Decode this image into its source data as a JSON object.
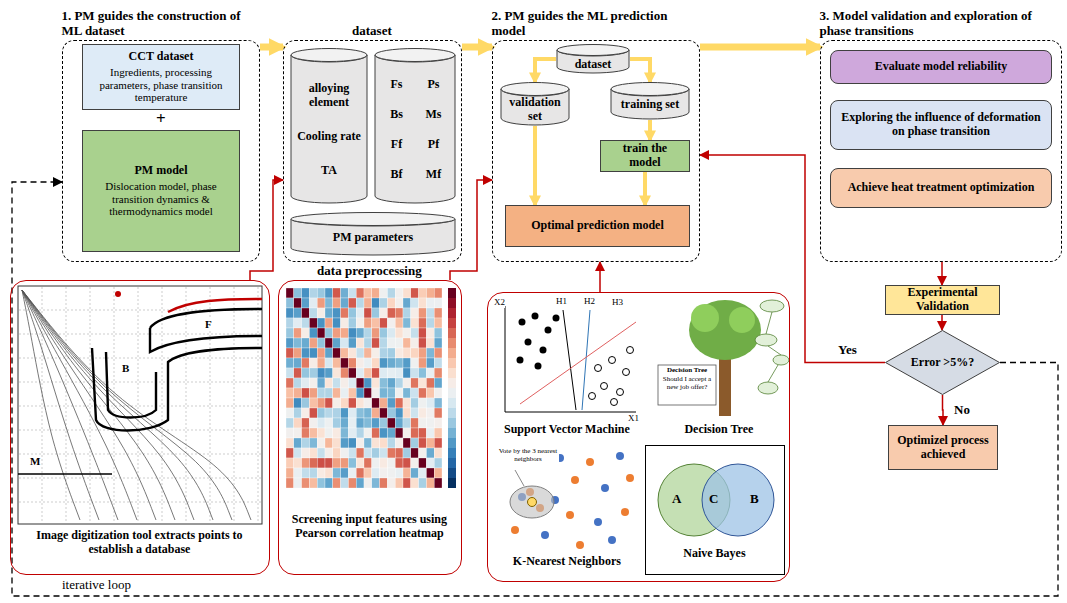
{
  "diagram": {
    "nodes": [
      {
        "text": [
          "1. PM guides the construction of ML dataset"
        ]
      },
      {
        "text": [
          "CCT dataset",
          "Ingredients, processing parameters, phase transition temperature"
        ],
        "in": 0
      },
      {
        "text": [
          "PM model",
          "Dislocation model, phase transition dynamics & thermodynamics model"
        ],
        "in": 0
      },
      {
        "text": [
          "dataset"
        ]
      },
      {
        "text": [
          "alloying element",
          "Cooling rate",
          "TA"
        ],
        "in": 3
      },
      {
        "text": [
          "Fs",
          "Ps",
          "Bs",
          "Ms",
          "Ff",
          "Pf",
          "Bf",
          "Mf"
        ],
        "in": 3
      },
      {
        "text": [
          "PM parameters"
        ],
        "in": 3
      },
      {
        "text": [
          "2. PM guides the ML prediction model"
        ]
      },
      {
        "text": [
          "dataset"
        ],
        "in": 7
      },
      {
        "text": [
          "validation set"
        ],
        "in": 7
      },
      {
        "text": [
          "training set"
        ],
        "in": 7
      },
      {
        "text": [
          "train the model"
        ],
        "in": 7
      },
      {
        "text": [
          "Optimal prediction model"
        ],
        "in": 7
      },
      {
        "text": [
          "3. Model validation and exploration of phase transitions"
        ]
      },
      {
        "text": [
          "Evaluate model reliability"
        ],
        "in": 13
      },
      {
        "text": [
          "Exploring the influence of deformation on phase transition"
        ],
        "in": 13
      },
      {
        "text": [
          "Achieve heat treatment optimization"
        ],
        "in": 13
      },
      {
        "text": [
          "Experimental Validation"
        ]
      },
      {
        "text": [
          "Error >5%?"
        ]
      },
      {
        "text": [
          "Optimizel process achieved"
        ]
      },
      {
        "text": [
          "Image digitization tool extracts points to establish a database"
        ]
      },
      {
        "text": [
          "data preprocessing",
          "Screening input features using Pearson correlation heatmap"
        ]
      },
      {
        "text": [
          "Support Vector Machine",
          "Decision Tree",
          "K-Nearest Neighbors"
        ]
      },
      {
        "text": [
          "Naive Bayes"
        ],
        "in": 22
      }
    ],
    "edges": [
      {
        "from": 0,
        "to": 3,
        "arrow": "to"
      },
      {
        "from": 3,
        "to": 7,
        "arrow": "to"
      },
      {
        "from": 7,
        "to": 13,
        "arrow": "to"
      },
      {
        "from": 8,
        "to": 9,
        "arrow": "to"
      },
      {
        "from": 8,
        "to": 10,
        "arrow": "to"
      },
      {
        "from": 10,
        "to": 11,
        "arrow": "to"
      },
      {
        "from": 9,
        "to": 12,
        "arrow": "to"
      },
      {
        "from": 11,
        "to": 12,
        "arrow": "to"
      },
      {
        "from": 20,
        "to": 3,
        "arrow": "to"
      },
      {
        "from": 21,
        "to": 7,
        "arrow": "to"
      },
      {
        "from": 22,
        "to": 7,
        "arrow": "to"
      },
      {
        "from": 13,
        "to": 17,
        "arrow": "to"
      },
      {
        "from": 17,
        "to": 18,
        "arrow": "to"
      },
      {
        "from": 18,
        "to": 7,
        "label": "Yes",
        "arrow": "to"
      },
      {
        "from": 18,
        "to": 19,
        "label": "No",
        "arrow": "to"
      },
      {
        "from": 18,
        "to": 0,
        "label": "iterative loop",
        "arrow": "to"
      }
    ],
    "labels": [
      "+",
      "F",
      "B",
      "M",
      "X2",
      "H1",
      "H2",
      "H3",
      "X1",
      "Decision Tree",
      "Should I accept a new job offer?",
      "Vote by the 3 nearest neighbors",
      "A",
      "C",
      "B"
    ]
  }
}
